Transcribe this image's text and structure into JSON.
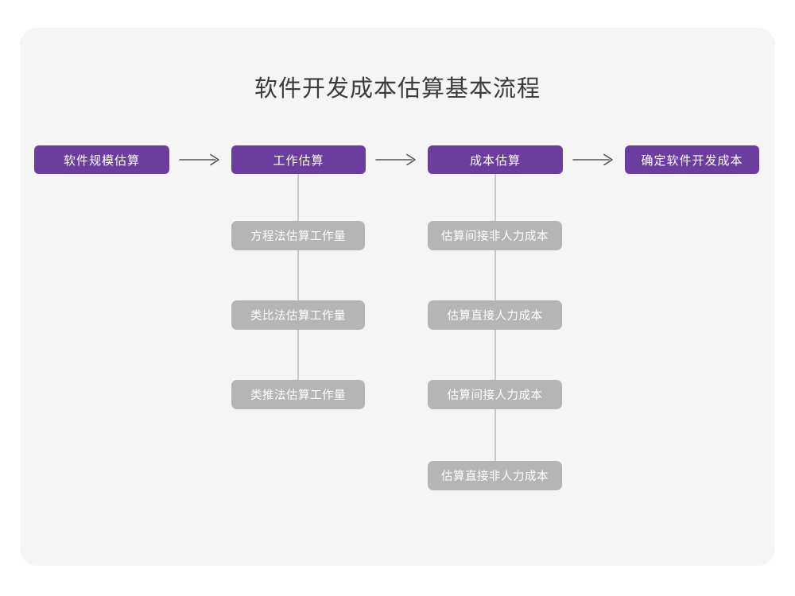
{
  "diagram": {
    "title": "软件开发成本估算基本流程",
    "colors": {
      "page_background": "#ffffff",
      "card_background": "#f5f5f5",
      "primary_node": "#6b3d9e",
      "sub_node": "#b5b5b5",
      "node_text": "#ffffff",
      "title_text": "#3b3b3b",
      "connector": "#c9c9c9",
      "arrow": "#555555"
    },
    "main_flow": [
      {
        "id": "scale",
        "label": "软件规模估算"
      },
      {
        "id": "effort",
        "label": "工作估算"
      },
      {
        "id": "cost",
        "label": "成本估算"
      },
      {
        "id": "final",
        "label": "确定软件开发成本"
      }
    ],
    "arrows": [
      {
        "id": "arrow-1",
        "glyph": "arrow-right-icon"
      },
      {
        "id": "arrow-2",
        "glyph": "arrow-right-icon"
      },
      {
        "id": "arrow-3",
        "glyph": "arrow-right-icon"
      }
    ],
    "branches": [
      {
        "parent": "effort",
        "parent_label": "工作估算",
        "items": [
          {
            "id": "equation",
            "label": "方程法估算工作量"
          },
          {
            "id": "analogy",
            "label": "类比法估算工作量"
          },
          {
            "id": "deduce",
            "label": "类推法估算工作量"
          }
        ]
      },
      {
        "parent": "cost",
        "parent_label": "成本估算",
        "items": [
          {
            "id": "indirect-nonhuman",
            "label": "估算间接非人力成本"
          },
          {
            "id": "direct-human",
            "label": "估算直接人力成本"
          },
          {
            "id": "indirect-human",
            "label": "估算间接人力成本"
          },
          {
            "id": "direct-nonhuman",
            "label": "估算直接非人力成本"
          }
        ]
      }
    ]
  }
}
